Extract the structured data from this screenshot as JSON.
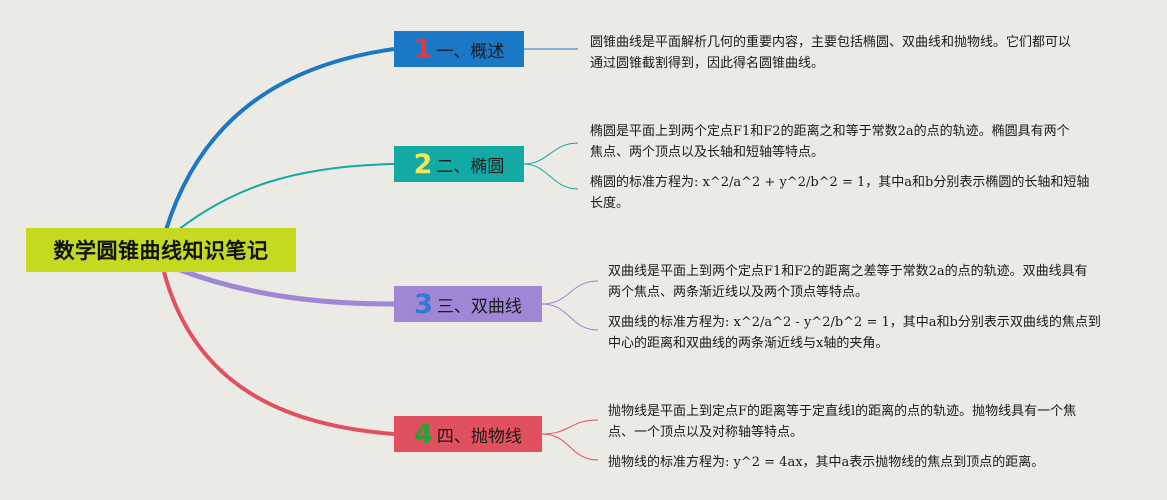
{
  "root": {
    "title": "数学圆锥曲线知识笔记"
  },
  "colors": {
    "background": "#ECEAE4",
    "root": "#C5DA1E",
    "branch1": "#1A78C7",
    "branch2": "#13A9A4",
    "branch3": "#A086D4",
    "branch4": "#E0505E"
  },
  "branches": [
    {
      "number": "1",
      "label": "一、概述",
      "number_color": "#E8383C",
      "notes": [
        "圆锥曲线是平面解析几何的重要内容，主要包括椭圆、双曲线和抛物线。它们都可以通过圆锥截割得到，因此得名圆锥曲线。"
      ]
    },
    {
      "number": "2",
      "label": "二、椭圆",
      "number_color": "#F6E45B",
      "notes": [
        "椭圆是平面上到两个定点F1和F2的距离之和等于常数2a的点的轨迹。椭圆具有两个焦点、两个顶点以及长轴和短轴等特点。",
        "椭圆的标准方程为: x^2/a^2 + y^2/b^2 = 1，其中a和b分别表示椭圆的长轴和短轴长度。"
      ]
    },
    {
      "number": "3",
      "label": "三、双曲线",
      "number_color": "#2E7BD1",
      "notes": [
        "双曲线是平面上到两个定点F1和F2的距离之差等于常数2a的点的轨迹。双曲线具有两个焦点、两条渐近线以及两个顶点等特点。",
        "双曲线的标准方程为: x^2/a^2 - y^2/b^2 = 1，其中a和b分别表示双曲线的焦点到中心的距离和双曲线的两条渐近线与x轴的夹角。"
      ]
    },
    {
      "number": "4",
      "label": "四、抛物线",
      "number_color": "#2E9E3A",
      "notes": [
        "抛物线是平面上到定点F的距离等于定直线l的距离的点的轨迹。抛物线具有一个焦点、一个顶点以及对称轴等特点。",
        "抛物线的标准方程为: y^2 = 4ax，其中a表示抛物线的焦点到顶点的距离。"
      ]
    }
  ]
}
